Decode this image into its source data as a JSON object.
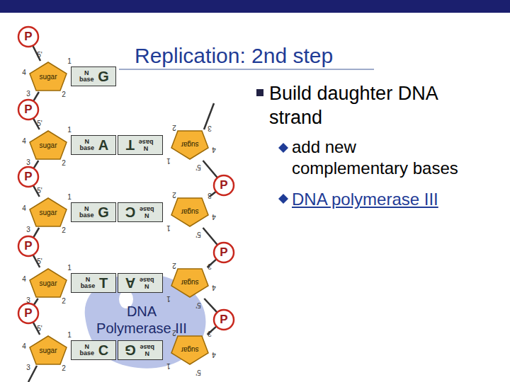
{
  "diagram": {
    "title": "Replication: 2nd step",
    "nodes": [
      {
        "text": [
          "P"
        ]
      },
      {
        "text": [
          "sugar"
        ]
      },
      {
        "text": [
          "N base",
          "G"
        ]
      },
      {
        "text": [
          "P"
        ]
      },
      {
        "text": [
          "sugar"
        ]
      },
      {
        "text": [
          "N base",
          "A"
        ]
      },
      {
        "text": [
          "N base",
          "T"
        ]
      },
      {
        "text": [
          "sugar"
        ]
      },
      {
        "text": [
          "P"
        ]
      },
      {
        "text": [
          "P"
        ]
      },
      {
        "text": [
          "sugar"
        ]
      },
      {
        "text": [
          "N base",
          "G"
        ]
      },
      {
        "text": [
          "N base",
          "C"
        ]
      },
      {
        "text": [
          "sugar"
        ]
      },
      {
        "text": [
          "P"
        ]
      },
      {
        "text": [
          "P"
        ]
      },
      {
        "text": [
          "sugar"
        ]
      },
      {
        "text": [
          "N base",
          "T"
        ]
      },
      {
        "text": [
          "N base",
          "A"
        ]
      },
      {
        "text": [
          "sugar"
        ]
      },
      {
        "text": [
          "DNA Polymerase III"
        ]
      },
      {
        "text": [
          "P"
        ]
      },
      {
        "text": [
          "P"
        ]
      },
      {
        "text": [
          "sugar"
        ]
      },
      {
        "text": [
          "N base",
          "C"
        ]
      },
      {
        "text": [
          "N base",
          "G"
        ]
      },
      {
        "text": [
          "sugar"
        ]
      }
    ],
    "edges": [
      {
        "from": 0,
        "to": 1,
        "arrow": "none"
      },
      {
        "from": 1,
        "to": 3,
        "arrow": "none"
      },
      {
        "from": 3,
        "to": 4,
        "arrow": "none"
      },
      {
        "from": 4,
        "to": 8,
        "arrow": "none"
      },
      {
        "from": 8,
        "to": 10,
        "arrow": "none"
      },
      {
        "from": 10,
        "to": 14,
        "arrow": "none"
      },
      {
        "from": 14,
        "to": 16,
        "arrow": "none"
      },
      {
        "from": 16,
        "to": 21,
        "arrow": "none"
      },
      {
        "from": 21,
        "to": 23,
        "arrow": "none"
      },
      {
        "from": 7,
        "to": 9,
        "arrow": "none"
      },
      {
        "from": 9,
        "to": 13,
        "arrow": "none"
      },
      {
        "from": 13,
        "to": 15,
        "arrow": "none"
      },
      {
        "from": 15,
        "to": 19,
        "arrow": "none"
      },
      {
        "from": 19,
        "to": 22,
        "arrow": "none"
      },
      {
        "from": 22,
        "to": 26,
        "arrow": "none"
      }
    ],
    "labels": [
      "Build daughter DNA strand",
      "add new complementary bases",
      "DNA polymerase III",
      "5'",
      "4",
      "3",
      "2",
      "1",
      "5'",
      "4",
      "3",
      "2",
      "1",
      "5'",
      "4",
      "3",
      "2",
      "1",
      "5'",
      "4",
      "3",
      "2",
      "1",
      "5'",
      "4",
      "3",
      "2",
      "1",
      "5'",
      "4",
      "3",
      "2",
      "1",
      "5'",
      "4",
      "3",
      "2",
      "1",
      "5'",
      "4",
      "3",
      "2",
      "1",
      "5'",
      "4",
      "3",
      "2",
      "1"
    ]
  }
}
